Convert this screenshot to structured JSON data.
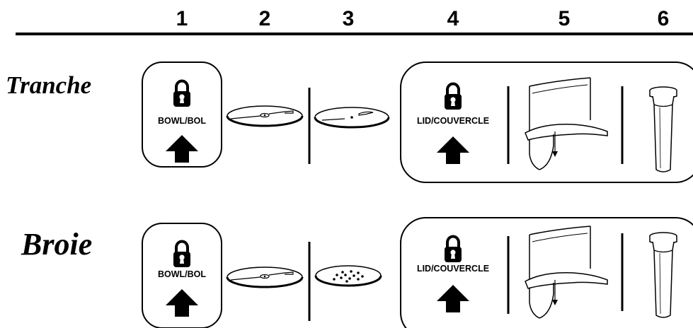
{
  "steps": [
    "1",
    "2",
    "3",
    "4",
    "5",
    "6"
  ],
  "rows": [
    {
      "title": "Tranche",
      "bowl_label": "BOWL/BOL",
      "lid_label": "LID/COUVERCLE",
      "disc_type": "slicing"
    },
    {
      "title": "Broie",
      "bowl_label": "BOWL/BOL",
      "lid_label": "LID/COUVERCLE",
      "disc_type": "shredding"
    }
  ],
  "icons": {
    "lock": "padlock-icon",
    "arrow": "up-arrow-icon",
    "stem": "disc-stem-icon",
    "disc": "disc-icon",
    "pusher": "food-pusher-icon",
    "chute": "feed-chute-icon"
  },
  "colors": {
    "ink": "#000000",
    "background": "#ffffff"
  }
}
